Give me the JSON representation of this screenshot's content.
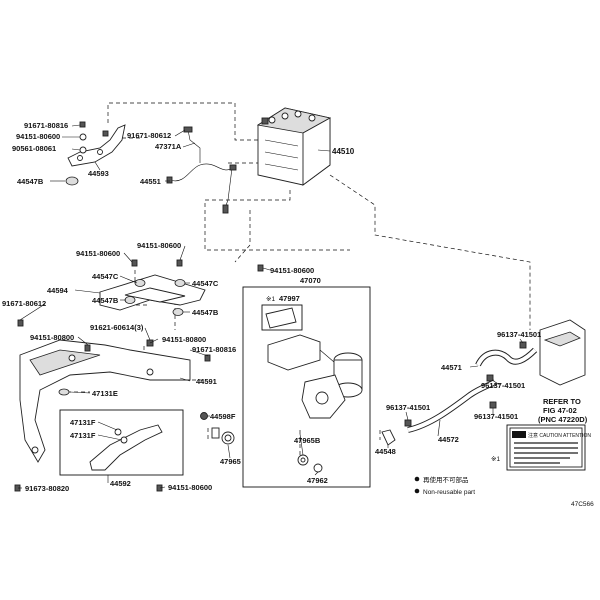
{
  "labels": {
    "p91671_80816_top": "91671-80816",
    "p94151_80600_a": "94151-80600",
    "p90561_08061": "90561-08061",
    "p44547B_a": "44547B",
    "p44593": "44593",
    "p91671_80612_a": "91671-80612",
    "p47371A": "47371A",
    "p44551": "44551",
    "p44510": "44510",
    "p94151_80600_b": "94151-80600",
    "p94151_80600_c": "94151-80600",
    "p44547C_a": "44547C",
    "p44547C_b": "44547C",
    "p44594": "44594",
    "p44547B_b": "44547B",
    "p44547B_c": "44547B",
    "p91671_80612_b": "91671-80612",
    "p91621_60614": "91621-60614(3)",
    "p94151_80800_a": "94151-80800",
    "p94151_80800_b": "94151-80800",
    "p91671_80816_b": "91671-80816",
    "p44591": "44591",
    "p47131E": "47131E",
    "p47131F_a": "47131F",
    "p47131F_b": "47131F",
    "p44592": "44592",
    "p94151_80600_d": "94151-80600",
    "p91673_80820": "91673-80820",
    "p44598F": "44598F",
    "p47965": "47965",
    "p94151_80600_e": "94151-80600",
    "p47070": "47070",
    "p47997": "47997",
    "p47965B": "47965B",
    "p47962": "47962",
    "p96137_41501_a": "96137-41501",
    "p44571": "44571",
    "p96137_41501_b": "96137-41501",
    "p96137_41501_c": "96137-41501",
    "p96137_41501_d": "96137-41501",
    "p44548": "44548",
    "p44572": "44572",
    "refer_line1": "REFER TO",
    "refer_line2": "FIG 47-02",
    "refer_line3": "(PNC 47220D)",
    "star_mark": "※1",
    "caution_title": "注意 CAUTION ATTENTION",
    "legend_jp": "再使用不可部品",
    "legend_en": "Non-reusable part",
    "figure_code": "47C566"
  },
  "colors": {
    "line": "#111111",
    "fill_dark": "#555555",
    "fill_light": "#dddddd"
  },
  "icons": {
    "legend_marker": "filled-circle-icon",
    "non_reusable_marker": "filled-circle-icon"
  }
}
